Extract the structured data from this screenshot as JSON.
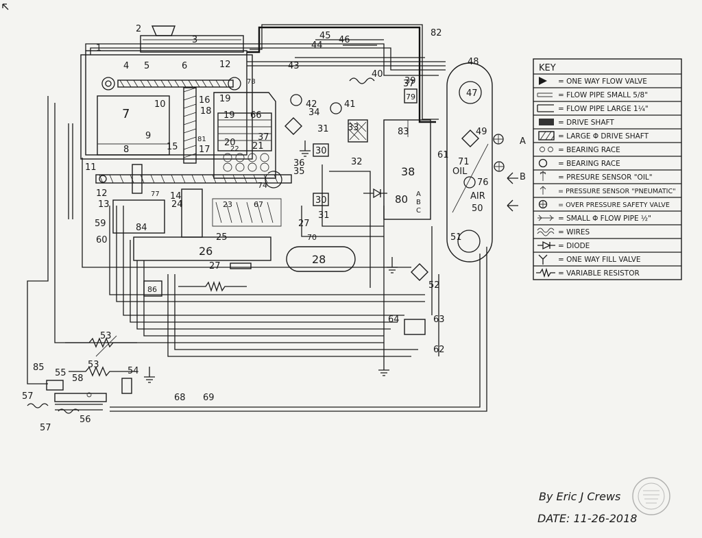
{
  "labels": {
    "l1": "1",
    "l2": "2",
    "l3": "3",
    "l4": "4",
    "l5": "5",
    "l6": "6",
    "l7": "7",
    "l8": "8",
    "l9": "9",
    "l10": "10",
    "l11": "11",
    "l12a": "12",
    "l12b": "12",
    "l13": "13",
    "l14": "14",
    "l15": "15",
    "l16": "16",
    "l17": "17",
    "l18": "18",
    "l19a": "19",
    "l19b": "19",
    "l20": "20",
    "l21": "21",
    "l22": "22",
    "l23": "23",
    "l24": "24",
    "l25": "25",
    "l26": "26",
    "l27a": "27",
    "l27b": "27",
    "l28": "28",
    "l30a": "30",
    "l30b": "30",
    "l31a": "31",
    "l31b": "31",
    "l32": "32",
    "l33": "33",
    "l34": "34",
    "l35": "35",
    "l36": "36",
    "l37a": "37",
    "l37b": "37",
    "l38": "38",
    "l39": "39",
    "l40": "40",
    "l41": "41",
    "l42": "42",
    "l43": "43",
    "l44": "44",
    "l45": "45",
    "l46": "46",
    "l47": "47",
    "l48": "48",
    "l49": "49",
    "l50": "50",
    "l51": "51",
    "l52": "52",
    "l53a": "53",
    "l53b": "53",
    "l54": "54",
    "l55": "55",
    "l56": "56",
    "l57a": "57",
    "l57b": "57",
    "l58": "58",
    "l59": "59",
    "l60": "60",
    "l61": "61",
    "l62": "62",
    "l63": "63",
    "l64": "64",
    "l66": "66",
    "l67": "67",
    "l68": "68",
    "l69": "69",
    "l70": "70",
    "l71": "71",
    "l74": "74",
    "l76": "76",
    "l77": "77",
    "l78": "78",
    "l79": "79",
    "l80": "80",
    "l81": "81",
    "l82": "82",
    "l83": "83",
    "l84": "84",
    "l85": "85",
    "l86": "86",
    "oil": "OIL",
    "air": "AIR",
    "a": "A",
    "b": "B",
    "abc_a": "A",
    "abc_b": "B",
    "abc_c": "C"
  },
  "key": {
    "title": "KEY",
    "rows": [
      {
        "icon": "one-way-flow-valve-icon",
        "text": "= ONE WAY FLOW VALVE"
      },
      {
        "icon": "flow-pipe-small-icon",
        "text": "= FLOW PIPE  SMALL 5/8\""
      },
      {
        "icon": "flow-pipe-large-icon",
        "text": "= FLOW PIPE  LARGE 1¼\""
      },
      {
        "icon": "drive-shaft-icon",
        "text": "= DRIVE SHAFT"
      },
      {
        "icon": "large-drive-shaft-icon",
        "text": "= LARGE Φ DRIVE SHAFT"
      },
      {
        "icon": "bearing-race-small-icon",
        "text": "= BEARING RACE"
      },
      {
        "icon": "bearing-race-large-icon",
        "text": "= BEARING RACE"
      },
      {
        "icon": "pressure-sensor-oil-icon",
        "text": "= PRESURE SENSOR \"OIL\""
      },
      {
        "icon": "pressure-sensor-pneumatic-icon",
        "text": "= PRESSURE SENSOR \"PNEUMATIC\""
      },
      {
        "icon": "over-pressure-valve-icon",
        "text": "= OVER PRESSURE SAFETY VALVE"
      },
      {
        "icon": "small-flow-pipe-icon",
        "text": "= SMALL Φ FLOW PIPE ½\""
      },
      {
        "icon": "wires-icon",
        "text": "= WIRES"
      },
      {
        "icon": "diode-icon",
        "text": "= DIODE"
      },
      {
        "icon": "one-way-fill-valve-icon",
        "text": "= ONE WAY FILL VALVE"
      },
      {
        "icon": "variable-resistor-icon",
        "text": "= VARIABLE RESISTOR"
      }
    ]
  },
  "signature": {
    "by": "By Eric J Crews",
    "date": "DATE:  11-26-2018"
  }
}
